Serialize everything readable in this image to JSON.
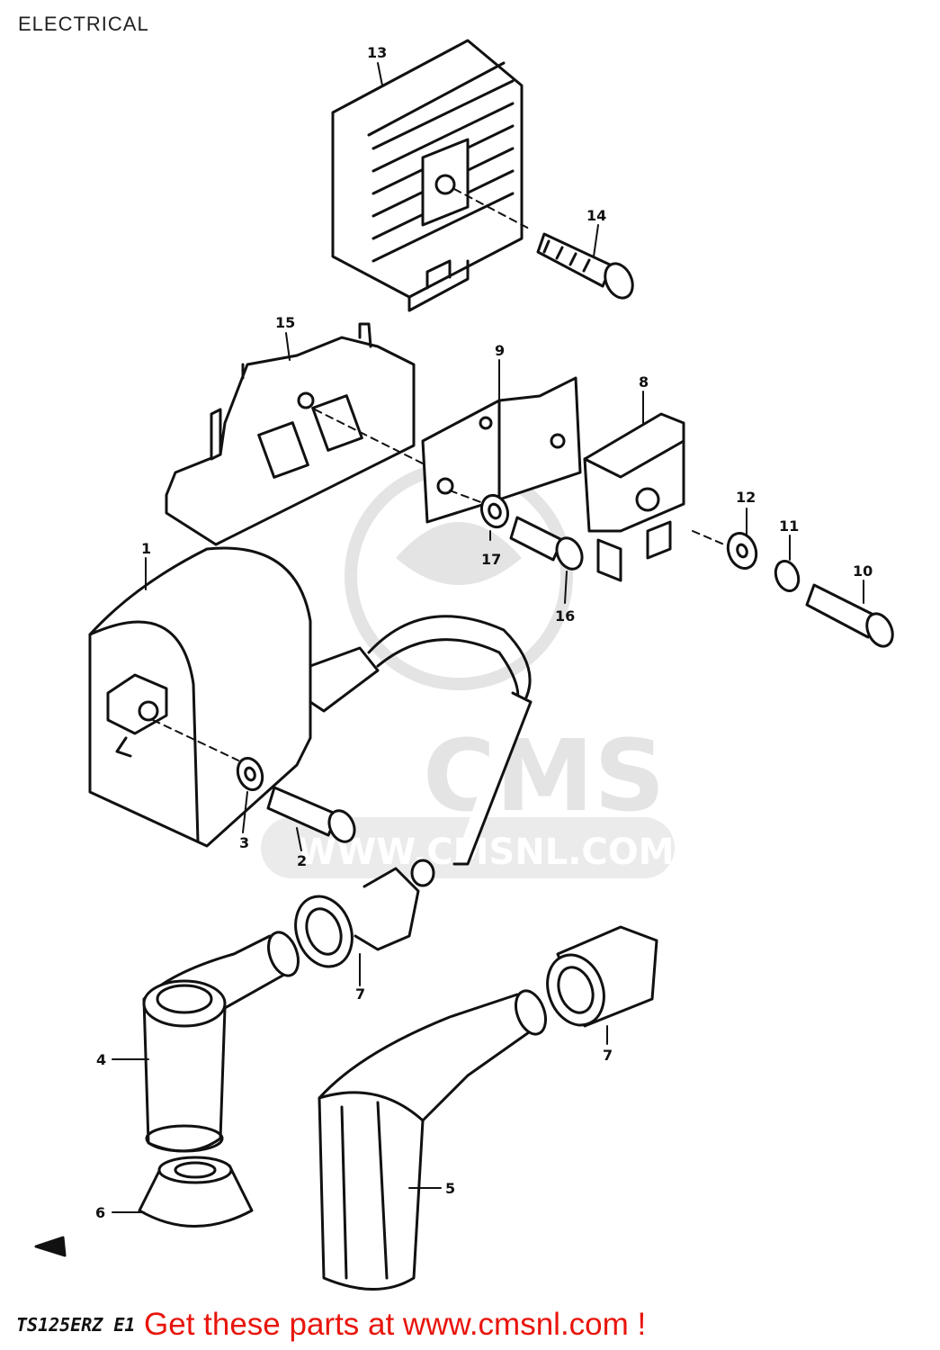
{
  "header": {
    "title": "ELECTRICAL"
  },
  "watermark": {
    "brand": "CMS",
    "url": "WWW.CMSNL.COM"
  },
  "callouts": [
    {
      "id": "c1",
      "label": "1"
    },
    {
      "id": "c2",
      "label": "2"
    },
    {
      "id": "c3",
      "label": "3"
    },
    {
      "id": "c4",
      "label": "4"
    },
    {
      "id": "c5",
      "label": "5"
    },
    {
      "id": "c6",
      "label": "6"
    },
    {
      "id": "c7a",
      "label": "7"
    },
    {
      "id": "c7b",
      "label": "7"
    },
    {
      "id": "c8",
      "label": "8"
    },
    {
      "id": "c9",
      "label": "9"
    },
    {
      "id": "c10",
      "label": "10"
    },
    {
      "id": "c11",
      "label": "11"
    },
    {
      "id": "c12",
      "label": "12"
    },
    {
      "id": "c13",
      "label": "13"
    },
    {
      "id": "c14",
      "label": "14"
    },
    {
      "id": "c15",
      "label": "15"
    },
    {
      "id": "c16",
      "label": "16"
    },
    {
      "id": "c17",
      "label": "17"
    }
  ],
  "footer": {
    "model_code": "TS125ERZ E1",
    "cta": "Get these parts at www.cmsnl.com !"
  },
  "colors": {
    "ink": "#111111",
    "watermark": "#e4e4e4",
    "cta": "#e8150c"
  }
}
